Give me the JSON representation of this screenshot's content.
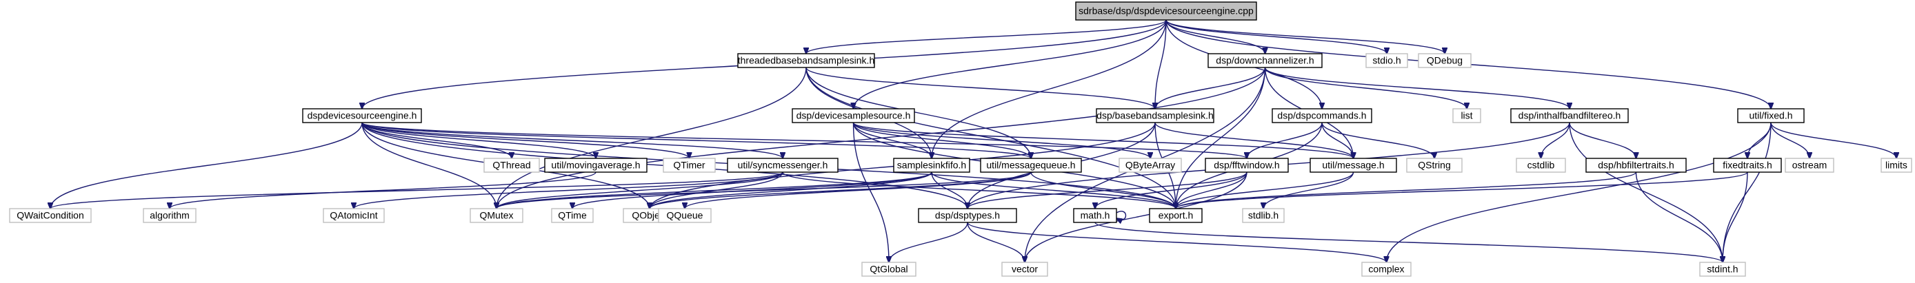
{
  "graph": {
    "root": "sdrbase/dsp/dspdevicesourceengine.cpp",
    "nodes": {
      "root": {
        "label": "sdrbase/dsp/dspdevicesourceengine.cpp",
        "kind": "root"
      },
      "dseh": {
        "label": "dspdevicesourceengine.h",
        "kind": "proj"
      },
      "tbss": {
        "label": "threadedbasebandsamplesink.h",
        "kind": "proj"
      },
      "down": {
        "label": "dsp/downchannelizer.h",
        "kind": "proj"
      },
      "stdio": {
        "label": "stdio.h",
        "kind": "ext"
      },
      "qdebug": {
        "label": "QDebug",
        "kind": "ext"
      },
      "dss": {
        "label": "dsp/devicesamplesource.h",
        "kind": "proj"
      },
      "bbss": {
        "label": "dsp/basebandsamplesink.h",
        "kind": "proj"
      },
      "dspcmd": {
        "label": "dsp/dspcommands.h",
        "kind": "proj"
      },
      "list": {
        "label": "list",
        "kind": "ext"
      },
      "ihb": {
        "label": "dsp/inthalfbandfiltereo.h",
        "kind": "proj"
      },
      "fixed": {
        "label": "util/fixed.h",
        "kind": "proj"
      },
      "qthread": {
        "label": "QThread",
        "kind": "ext"
      },
      "mavg": {
        "label": "util/movingaverage.h",
        "kind": "proj"
      },
      "qtimer": {
        "label": "QTimer",
        "kind": "ext"
      },
      "syncm": {
        "label": "util/syncmessenger.h",
        "kind": "proj"
      },
      "sfifo": {
        "label": "samplesinkfifo.h",
        "kind": "proj"
      },
      "mq": {
        "label": "util/messagequeue.h",
        "kind": "proj"
      },
      "qbytearray": {
        "label": "QByteArray",
        "kind": "ext"
      },
      "fftw": {
        "label": "dsp/fftwindow.h",
        "kind": "proj"
      },
      "msg": {
        "label": "util/message.h",
        "kind": "proj"
      },
      "qstring": {
        "label": "QString",
        "kind": "ext"
      },
      "cstdlib": {
        "label": "cstdlib",
        "kind": "ext"
      },
      "hbft": {
        "label": "dsp/hbfiltertraits.h",
        "kind": "proj"
      },
      "ostream": {
        "label": "ostream",
        "kind": "ext"
      },
      "ftraits": {
        "label": "fixedtraits.h",
        "kind": "proj"
      },
      "limits": {
        "label": "limits",
        "kind": "ext"
      },
      "qwait": {
        "label": "QWaitCondition",
        "kind": "ext"
      },
      "algo": {
        "label": "algorithm",
        "kind": "ext"
      },
      "qatomic": {
        "label": "QAtomicInt",
        "kind": "ext"
      },
      "qmutex": {
        "label": "QMutex",
        "kind": "ext"
      },
      "qtime": {
        "label": "QTime",
        "kind": "ext"
      },
      "qobject": {
        "label": "QObject",
        "kind": "ext"
      },
      "qqueue": {
        "label": "QQueue",
        "kind": "ext"
      },
      "export": {
        "label": "export.h",
        "kind": "proj"
      },
      "math": {
        "label": "math.h",
        "kind": "proj"
      },
      "stdlib": {
        "label": "stdlib.h",
        "kind": "ext"
      },
      "dsptypes": {
        "label": "dsp/dsptypes.h",
        "kind": "proj"
      },
      "qtglobal": {
        "label": "QtGlobal",
        "kind": "ext"
      },
      "vector": {
        "label": "vector",
        "kind": "ext"
      },
      "complex": {
        "label": "complex",
        "kind": "ext"
      },
      "stdint": {
        "label": "stdint.h",
        "kind": "ext"
      }
    },
    "edges": [
      [
        "root",
        "dseh"
      ],
      [
        "root",
        "tbss"
      ],
      [
        "root",
        "down"
      ],
      [
        "root",
        "stdio"
      ],
      [
        "root",
        "qdebug"
      ],
      [
        "root",
        "dss"
      ],
      [
        "root",
        "bbss"
      ],
      [
        "root",
        "dspcmd"
      ],
      [
        "root",
        "sfifo"
      ],
      [
        "root",
        "fixed"
      ],
      [
        "dseh",
        "qthread"
      ],
      [
        "dseh",
        "mavg"
      ],
      [
        "dseh",
        "qtimer"
      ],
      [
        "dseh",
        "syncm"
      ],
      [
        "dseh",
        "mq"
      ],
      [
        "dseh",
        "fftw"
      ],
      [
        "dseh",
        "qwait"
      ],
      [
        "dseh",
        "qmutex"
      ],
      [
        "dseh",
        "export"
      ],
      [
        "dseh",
        "dsptypes"
      ],
      [
        "dseh",
        "qobject"
      ],
      [
        "tbss",
        "sfifo"
      ],
      [
        "tbss",
        "mq"
      ],
      [
        "tbss",
        "bbss"
      ],
      [
        "tbss",
        "export"
      ],
      [
        "tbss",
        "qmutex"
      ],
      [
        "down",
        "bbss"
      ],
      [
        "down",
        "msg"
      ],
      [
        "down",
        "list"
      ],
      [
        "down",
        "ihb"
      ],
      [
        "down",
        "vector"
      ],
      [
        "down",
        "export"
      ],
      [
        "down",
        "qmutex"
      ],
      [
        "dss",
        "qbytearray"
      ],
      [
        "dss",
        "mq"
      ],
      [
        "dss",
        "msg"
      ],
      [
        "dss",
        "qtglobal"
      ],
      [
        "dss",
        "export"
      ],
      [
        "dss",
        "sfifo"
      ],
      [
        "bbss",
        "dsptypes"
      ],
      [
        "bbss",
        "export"
      ],
      [
        "bbss",
        "msg"
      ],
      [
        "bbss",
        "qobject"
      ],
      [
        "dspcmd",
        "msg"
      ],
      [
        "dspcmd",
        "qstring"
      ],
      [
        "dspcmd",
        "fftw"
      ],
      [
        "dspcmd",
        "export"
      ],
      [
        "ihb",
        "cstdlib"
      ],
      [
        "ihb",
        "hbft"
      ],
      [
        "ihb",
        "stdint"
      ],
      [
        "ihb",
        "dsptypes"
      ],
      [
        "fixed",
        "ostream"
      ],
      [
        "fixed",
        "ftraits"
      ],
      [
        "fixed",
        "limits"
      ],
      [
        "fixed",
        "stdint"
      ],
      [
        "fixed",
        "complex"
      ],
      [
        "mavg",
        "algo"
      ],
      [
        "syncm",
        "qwait"
      ],
      [
        "syncm",
        "qatomic"
      ],
      [
        "syncm",
        "qmutex"
      ],
      [
        "syncm",
        "qobject"
      ],
      [
        "syncm",
        "export"
      ],
      [
        "sfifo",
        "qobject"
      ],
      [
        "sfifo",
        "qtime"
      ],
      [
        "sfifo",
        "dsptypes"
      ],
      [
        "sfifo",
        "qmutex"
      ],
      [
        "sfifo",
        "export"
      ],
      [
        "mq",
        "qobject"
      ],
      [
        "mq",
        "qqueue"
      ],
      [
        "mq",
        "qmutex"
      ],
      [
        "mq",
        "export"
      ],
      [
        "fftw",
        "vector"
      ],
      [
        "fftw",
        "math"
      ],
      [
        "fftw",
        "dsptypes"
      ],
      [
        "fftw",
        "export"
      ],
      [
        "msg",
        "stdlib"
      ],
      [
        "msg",
        "export"
      ],
      [
        "hbft",
        "stdint"
      ],
      [
        "hbft",
        "export"
      ],
      [
        "ftraits",
        "stdint"
      ],
      [
        "ftraits",
        "export"
      ],
      [
        "math",
        "math"
      ],
      [
        "math",
        "stdint"
      ],
      [
        "dsptypes",
        "complex"
      ],
      [
        "dsptypes",
        "qtglobal"
      ],
      [
        "dsptypes",
        "vector"
      ]
    ]
  }
}
